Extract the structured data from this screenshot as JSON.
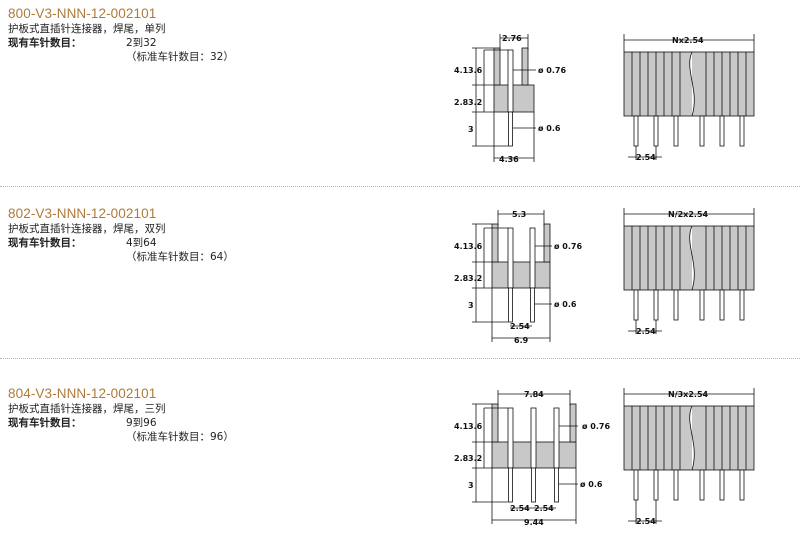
{
  "products": [
    {
      "code": "800-V3-NNN-12-002101",
      "description": "护板式直插针连接器，焊尾，单列",
      "pins_label": "现有车针数目：",
      "pins_range": "2到32",
      "pins_standard": "（标准车针数目：32）",
      "dims": {
        "width_top": "2.76",
        "h1": "4.1",
        "h2": "3.6",
        "h3": "2.8",
        "h4": "3.2",
        "h5": "3",
        "pin_dia": "ø 0.76",
        "tail_dia": "ø 0.6",
        "width_bottom": "4.36"
      },
      "front": {
        "length": "Nx2.54",
        "pitch": "2.54"
      }
    },
    {
      "code": "802-V3-NNN-12-002101",
      "description": "护板式直插针连接器，焊尾，双列",
      "pins_label": "现有车针数目：",
      "pins_range": "4到64",
      "pins_standard": "（标准车针数目：64）",
      "dims": {
        "width_top": "5.3",
        "h1": "4.1",
        "h2": "3.6",
        "h3": "2.8",
        "h4": "3.2",
        "h5": "3",
        "pin_dia": "ø 0.76",
        "tail_dia": "ø 0.6",
        "pitch": "2.54",
        "width_bottom": "6.9"
      },
      "front": {
        "length": "N/2x2.54",
        "pitch": "2.54"
      }
    },
    {
      "code": "804-V3-NNN-12-002101",
      "description": "护板式直插针连接器，焊尾，三列",
      "pins_label": "现有车针数目：",
      "pins_range": "9到96",
      "pins_standard": "（标准车针数目：96）",
      "dims": {
        "width_top": "7.84",
        "h1": "4.1",
        "h2": "3.6",
        "h3": "2.8",
        "h4": "3.2",
        "h5": "3",
        "pin_dia": "ø 0.76",
        "tail_dia": "ø 0.6",
        "pitch": "2.54x2.54",
        "pitch_a": "2.54",
        "pitch_b": "2.54",
        "width_bottom": "9.44"
      },
      "front": {
        "length": "N/3x2.54",
        "pitch": "2.54"
      }
    }
  ],
  "colors": {
    "code": "#b07a3a",
    "body": "#c8c8c8",
    "separator": "#b5b5b5"
  }
}
